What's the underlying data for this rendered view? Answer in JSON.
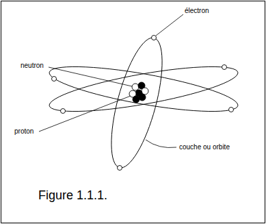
{
  "diagram": {
    "caption": "Figure 1.1.1.",
    "labels": [
      "électron",
      "neutron",
      "proton",
      "couche ou orbite"
    ]
  }
}
